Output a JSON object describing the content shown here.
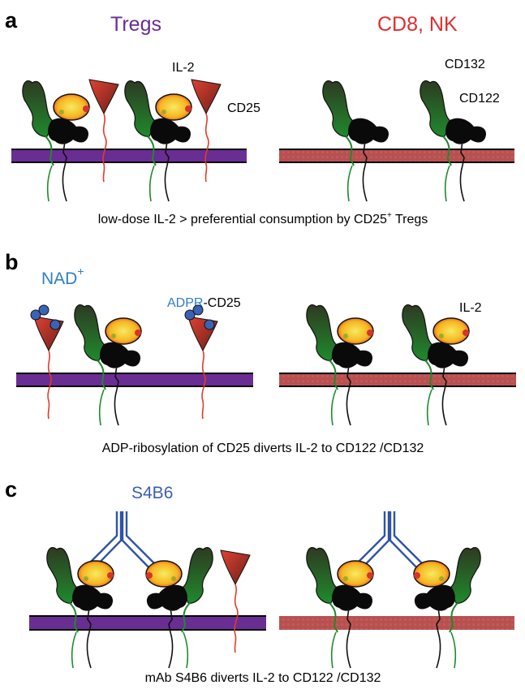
{
  "colors": {
    "treg_membrane": "#6a2d93",
    "cd8_membrane": "#b85050",
    "treg_title": "#6a2d93",
    "cd8_title": "#e02d2d",
    "blue_label": "#2e7fc0",
    "s4b6_label": "#3a5fb0",
    "cd25": "#b8362a",
    "cd25_stalk": "#e23b2a",
    "cd122": "#111111",
    "cd132": "#1f7a2c",
    "il2_outer": "#f3a21a",
    "il2_inner": "#f4e25a",
    "antibody": "#2f53a8",
    "adpr_dot": "#3a63b5"
  },
  "panels": {
    "a": {
      "letter": "a",
      "treg_title": "Tregs",
      "cd8_title": "CD8, NK",
      "labels": {
        "il2": "IL-2",
        "cd25": "CD25",
        "cd132": "CD132",
        "cd122": "CD122"
      },
      "caption_main": "low-dose IL-2 > preferential consumption by CD25",
      "caption_sup": "+",
      "caption_end": " Tregs"
    },
    "b": {
      "letter": "b",
      "nad": "NAD",
      "nad_sup": "+",
      "adpr": "ADPR",
      "adpr_rest": "-CD25",
      "il2": "IL-2",
      "caption": "ADP-ribosylation of CD25 diverts IL-2 to CD122 /CD132"
    },
    "c": {
      "letter": "c",
      "antibody": "S4B6",
      "caption": "mAb S4B6 diverts IL-2 to CD122 /CD132"
    }
  }
}
